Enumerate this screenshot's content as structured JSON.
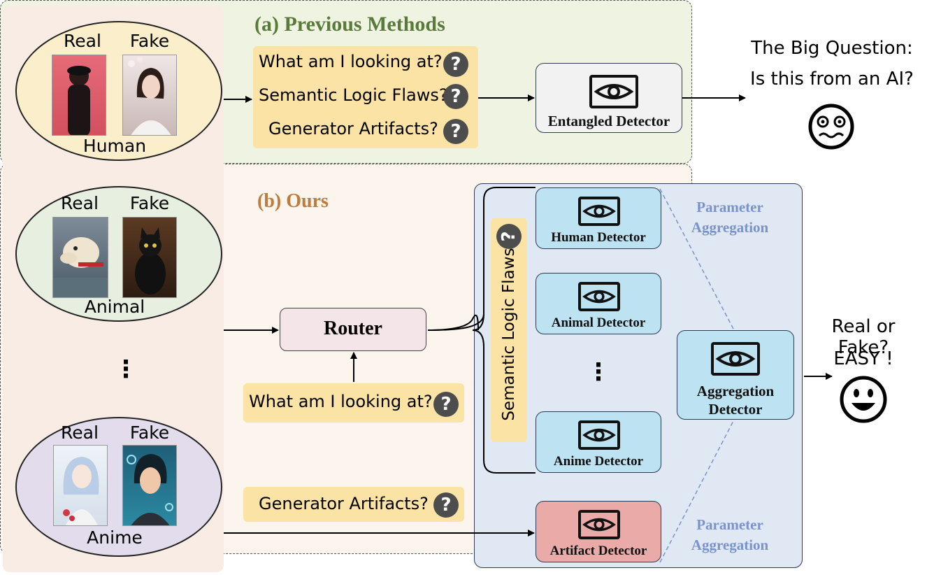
{
  "left_column": {
    "groups": [
      {
        "real_label": "Real",
        "fake_label": "Fake",
        "category": "Human"
      },
      {
        "real_label": "Real",
        "fake_label": "Fake",
        "category": "Animal"
      },
      {
        "real_label": "Real",
        "fake_label": "Fake",
        "category": "Anime"
      }
    ],
    "ellipsis": "⋮"
  },
  "panel_a": {
    "title": "(a) Previous Methods",
    "questions": [
      "What am I looking at?",
      "Semantic Logic Flaws?",
      "Generator Artifacts?"
    ],
    "detector_label": "Entangled Detector",
    "result_line1": "The Big Question:",
    "result_line2": "Is this from an AI?",
    "result_face": "😵‍💫"
  },
  "panel_b": {
    "title": "(b) Ours",
    "router_label": "Router",
    "router_question": "What am I looking at?",
    "artifact_question": "Generator Artifacts?",
    "semantic_label": "Semantic Logic Flaws?",
    "detectors": [
      "Human Detector",
      "Animal Detector",
      "Anime Detector"
    ],
    "detectors_ellipsis": "⋮",
    "artifact_detector": "Artifact Detector",
    "aggregation_line1": "Aggregation",
    "aggregation_line2": "Detector",
    "param_top_1": "Parameter",
    "param_top_2": "Aggregation",
    "param_bottom_1": "Parameter",
    "param_bottom_2": "Aggregation",
    "result_line1": "Real or Fake?",
    "result_line2": "EASY !",
    "question_mark": "?"
  },
  "colors": {
    "panel_a_title": "#5a7a3a",
    "panel_b_title": "#c07a3a",
    "param_text": "#7b93cc",
    "detector_blue": "#bde3f2",
    "detector_red": "#e9aaa8",
    "question_box": "#fbe3a6"
  }
}
